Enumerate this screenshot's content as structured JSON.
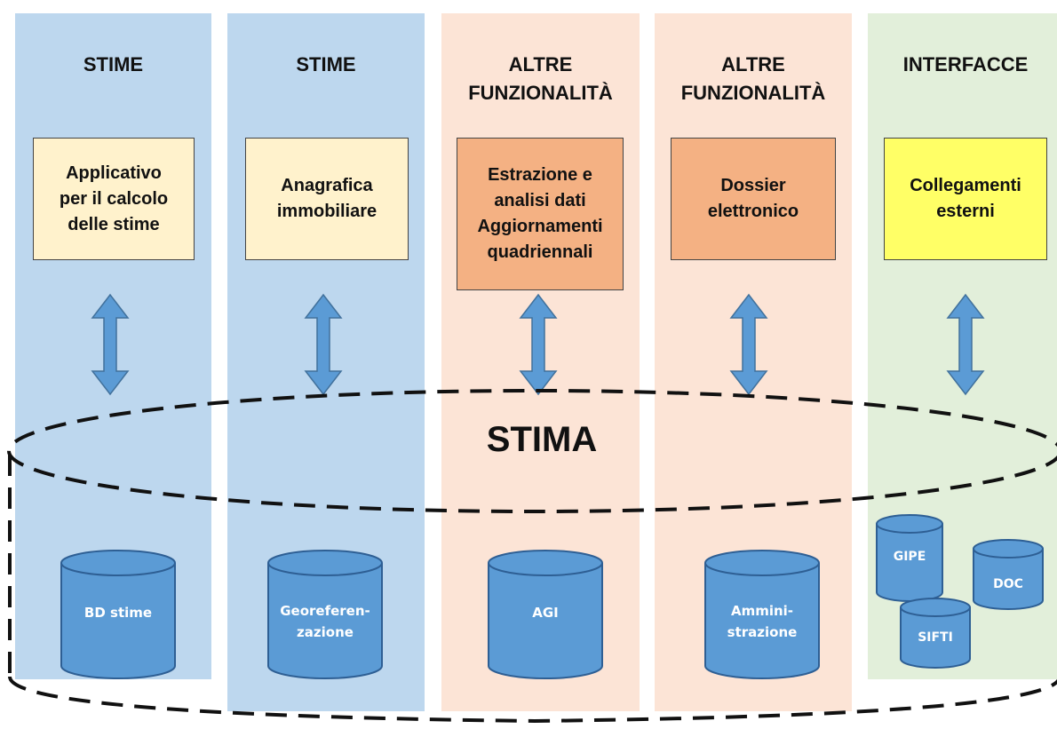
{
  "columns": [
    {
      "title": "STIME",
      "box": "Applicativo\nper il calcolo\ndelle stime",
      "db": "BD stime"
    },
    {
      "title": "STIME",
      "box": "Anagrafica\nimmobiliare",
      "db": "Georeferen-\nzazione"
    },
    {
      "title": "ALTRE\nFUNZIONALITÀ",
      "box": "Estrazione e\nanalisi dati\nAggiornamenti\nquadriennali",
      "db": "AGI"
    },
    {
      "title": "ALTRE\nFUNZIONALITÀ",
      "box": "Dossier\nelettronico",
      "db": "Ammini-\nstrazione"
    },
    {
      "title": "INTERFACCE",
      "box": "Collegamenti\nesterni"
    }
  ],
  "center_label": "STIMA",
  "external_dbs": [
    "GIPE",
    "DOC",
    "SIFTI"
  ],
  "colors": {
    "stime_band": "#bdd7ee",
    "altre_band": "#fce4d6",
    "interfacce_band": "#e2efda",
    "stime_box": "#fff2cc",
    "altre_box": "#f4b183",
    "interfacce_box": "#ffff66",
    "arrow": "#5b9bd5",
    "db_fill": "#5b9bd5",
    "db_stroke": "#2e5f94"
  }
}
